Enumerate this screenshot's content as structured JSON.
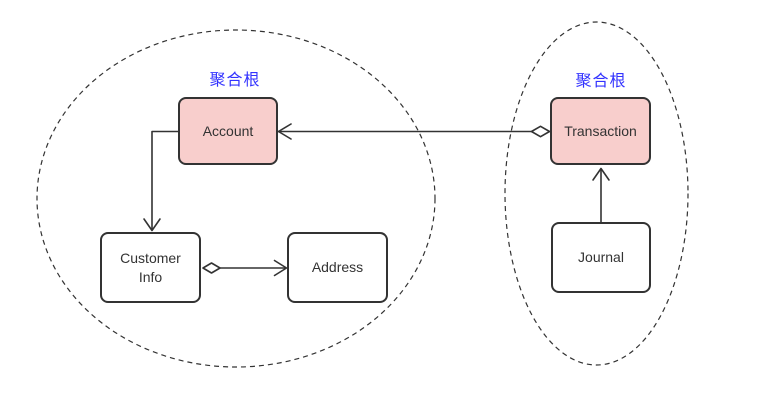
{
  "aggregates": {
    "left": {
      "label": "聚合根"
    },
    "right": {
      "label": "聚合根"
    }
  },
  "nodes": {
    "account": {
      "label": "Account",
      "role": "aggregate-root"
    },
    "customer_info": {
      "label": "Customer Info",
      "role": "entity"
    },
    "address": {
      "label": "Address",
      "role": "entity"
    },
    "transaction": {
      "label": "Transaction",
      "role": "aggregate-root"
    },
    "journal": {
      "label": "Journal",
      "role": "entity"
    }
  },
  "edges": [
    {
      "from": "transaction",
      "to": "account",
      "style": "aggregation",
      "diamond_at": "transaction",
      "arrow_at": "account"
    },
    {
      "from": "account",
      "to": "customer_info",
      "style": "directed",
      "arrow_at": "customer_info"
    },
    {
      "from": "customer_info",
      "to": "address",
      "style": "aggregation",
      "diamond_at": "customer_info",
      "arrow_at": "address"
    },
    {
      "from": "journal",
      "to": "transaction",
      "style": "directed",
      "arrow_at": "transaction"
    }
  ],
  "colors": {
    "stroke": "#333333",
    "node_fill_pink": "#f8cecc",
    "node_fill_white": "#ffffff",
    "aggregate_label": "#3333ff",
    "node_text": "#333333",
    "background": "#ffffff"
  }
}
